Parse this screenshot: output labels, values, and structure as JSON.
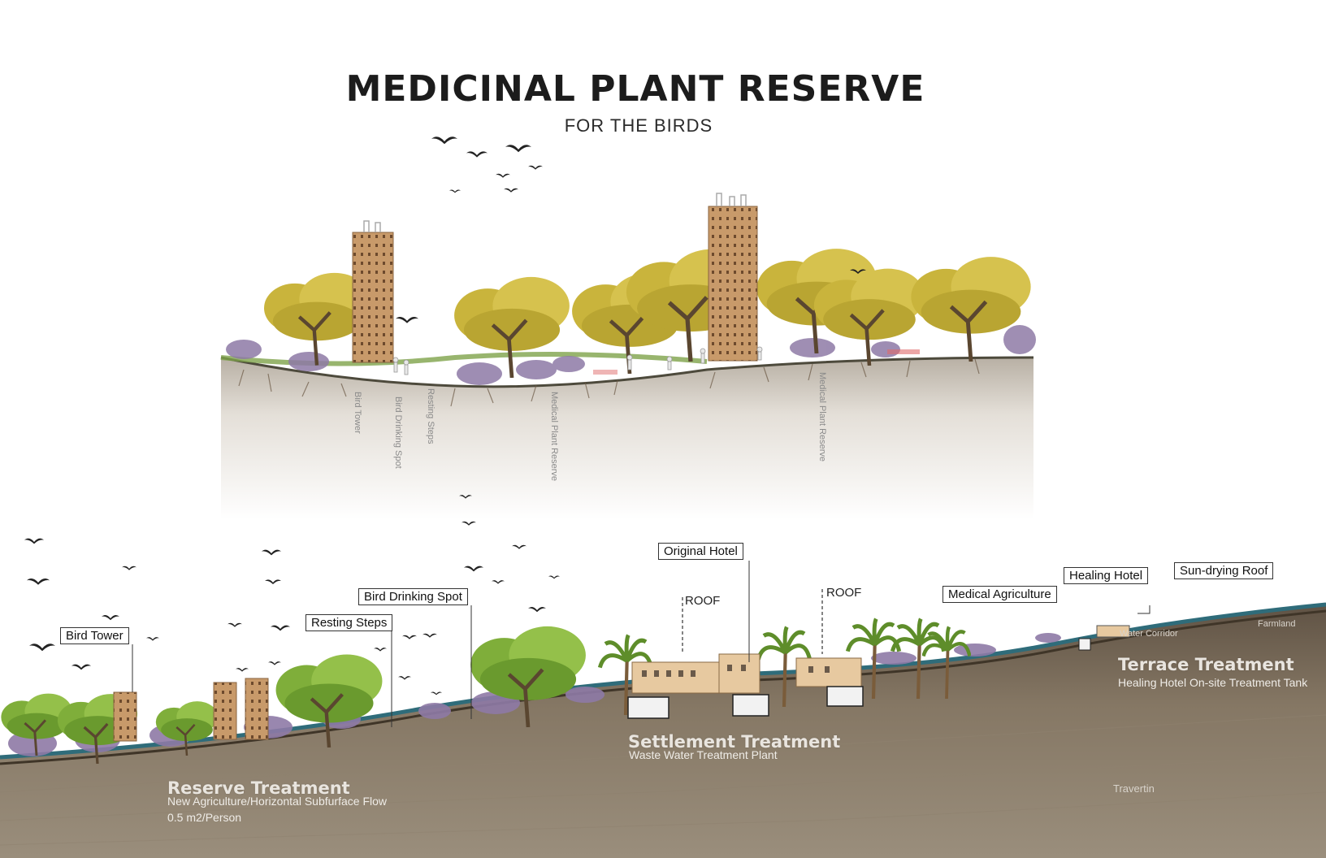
{
  "title": "MEDICINAL PLANT RESERVE",
  "subtitle": "FOR THE BIRDS",
  "upper_section": {
    "vertical_labels": [
      "Bird Tower",
      "Bird Drinking Spot",
      "Resting Steps",
      "Medical Plant Reserve",
      "Medical Plant Reserve"
    ]
  },
  "lower_section": {
    "callouts": [
      "Bird Tower",
      "Resting Steps",
      "Bird Drinking Spot",
      "Original Hotel",
      "Medical Agriculture",
      "Healing Hotel",
      "Sun-drying Roof"
    ],
    "roof_labels": [
      "ROOF",
      "ROOF"
    ],
    "zones": [
      {
        "title": "Reserve Treatment",
        "lines": [
          "New Agriculture/Horizontal Subfurface Flow",
          "0.5 m2/Person"
        ]
      },
      {
        "title": "Settlement Treatment",
        "lines": [
          "Waste Water Treatment Plant"
        ]
      },
      {
        "title": "Terrace Treatment",
        "lines": [
          "Healing Hotel On-site Treatment Tank"
        ]
      }
    ],
    "notes": [
      "Water Corridor",
      "Farmland",
      "Travertin"
    ]
  },
  "colors": {
    "foliage": "#c9b43c",
    "green_foliage": "#7fae3a",
    "soil": "#6e604f",
    "tower": "#c89a6a",
    "water": "#2f6c7a"
  }
}
